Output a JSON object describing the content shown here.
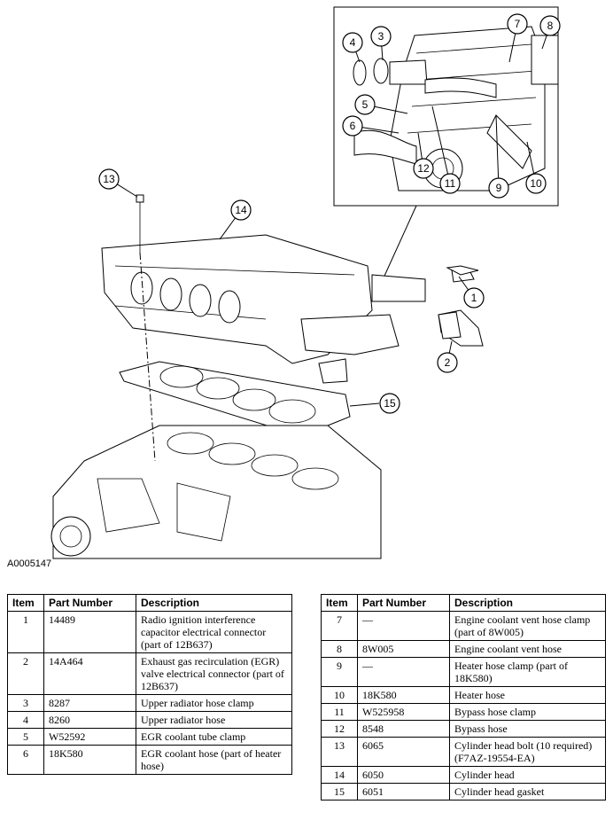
{
  "figure": {
    "id": "A0005147",
    "callouts": [
      "1",
      "2",
      "3",
      "4",
      "5",
      "6",
      "7",
      "8",
      "9",
      "10",
      "11",
      "12",
      "13",
      "14",
      "15"
    ]
  },
  "table": {
    "headers": {
      "item": "Item",
      "part_number": "Part Number",
      "description": "Description"
    },
    "left_rows": [
      {
        "item": "1",
        "part_number": "14489",
        "description": "Radio ignition interference capacitor electrical connector (part of 12B637)"
      },
      {
        "item": "2",
        "part_number": "14A464",
        "description": "Exhaust gas recirculation (EGR) valve electrical connector (part of 12B637)"
      },
      {
        "item": "3",
        "part_number": "8287",
        "description": "Upper radiator hose clamp"
      },
      {
        "item": "4",
        "part_number": "8260",
        "description": "Upper radiator hose"
      },
      {
        "item": "5",
        "part_number": "W52592",
        "description": "EGR coolant tube clamp"
      },
      {
        "item": "6",
        "part_number": "18K580",
        "description": "EGR coolant hose (part of heater hose)"
      }
    ],
    "right_rows": [
      {
        "item": "7",
        "part_number": "—",
        "description": "Engine coolant vent hose clamp (part of 8W005)"
      },
      {
        "item": "8",
        "part_number": "8W005",
        "description": "Engine coolant vent hose"
      },
      {
        "item": "9",
        "part_number": "—",
        "description": "Heater hose clamp (part of 18K580)"
      },
      {
        "item": "10",
        "part_number": "18K580",
        "description": "Heater hose"
      },
      {
        "item": "11",
        "part_number": "W525958",
        "description": "Bypass hose clamp"
      },
      {
        "item": "12",
        "part_number": "8548",
        "description": "Bypass hose"
      },
      {
        "item": "13",
        "part_number": "6065",
        "description": "Cylinder head bolt (10 required) (F7AZ-19554-EA)"
      },
      {
        "item": "14",
        "part_number": "6050",
        "description": "Cylinder head"
      },
      {
        "item": "15",
        "part_number": "6051",
        "description": "Cylinder head gasket"
      }
    ]
  }
}
